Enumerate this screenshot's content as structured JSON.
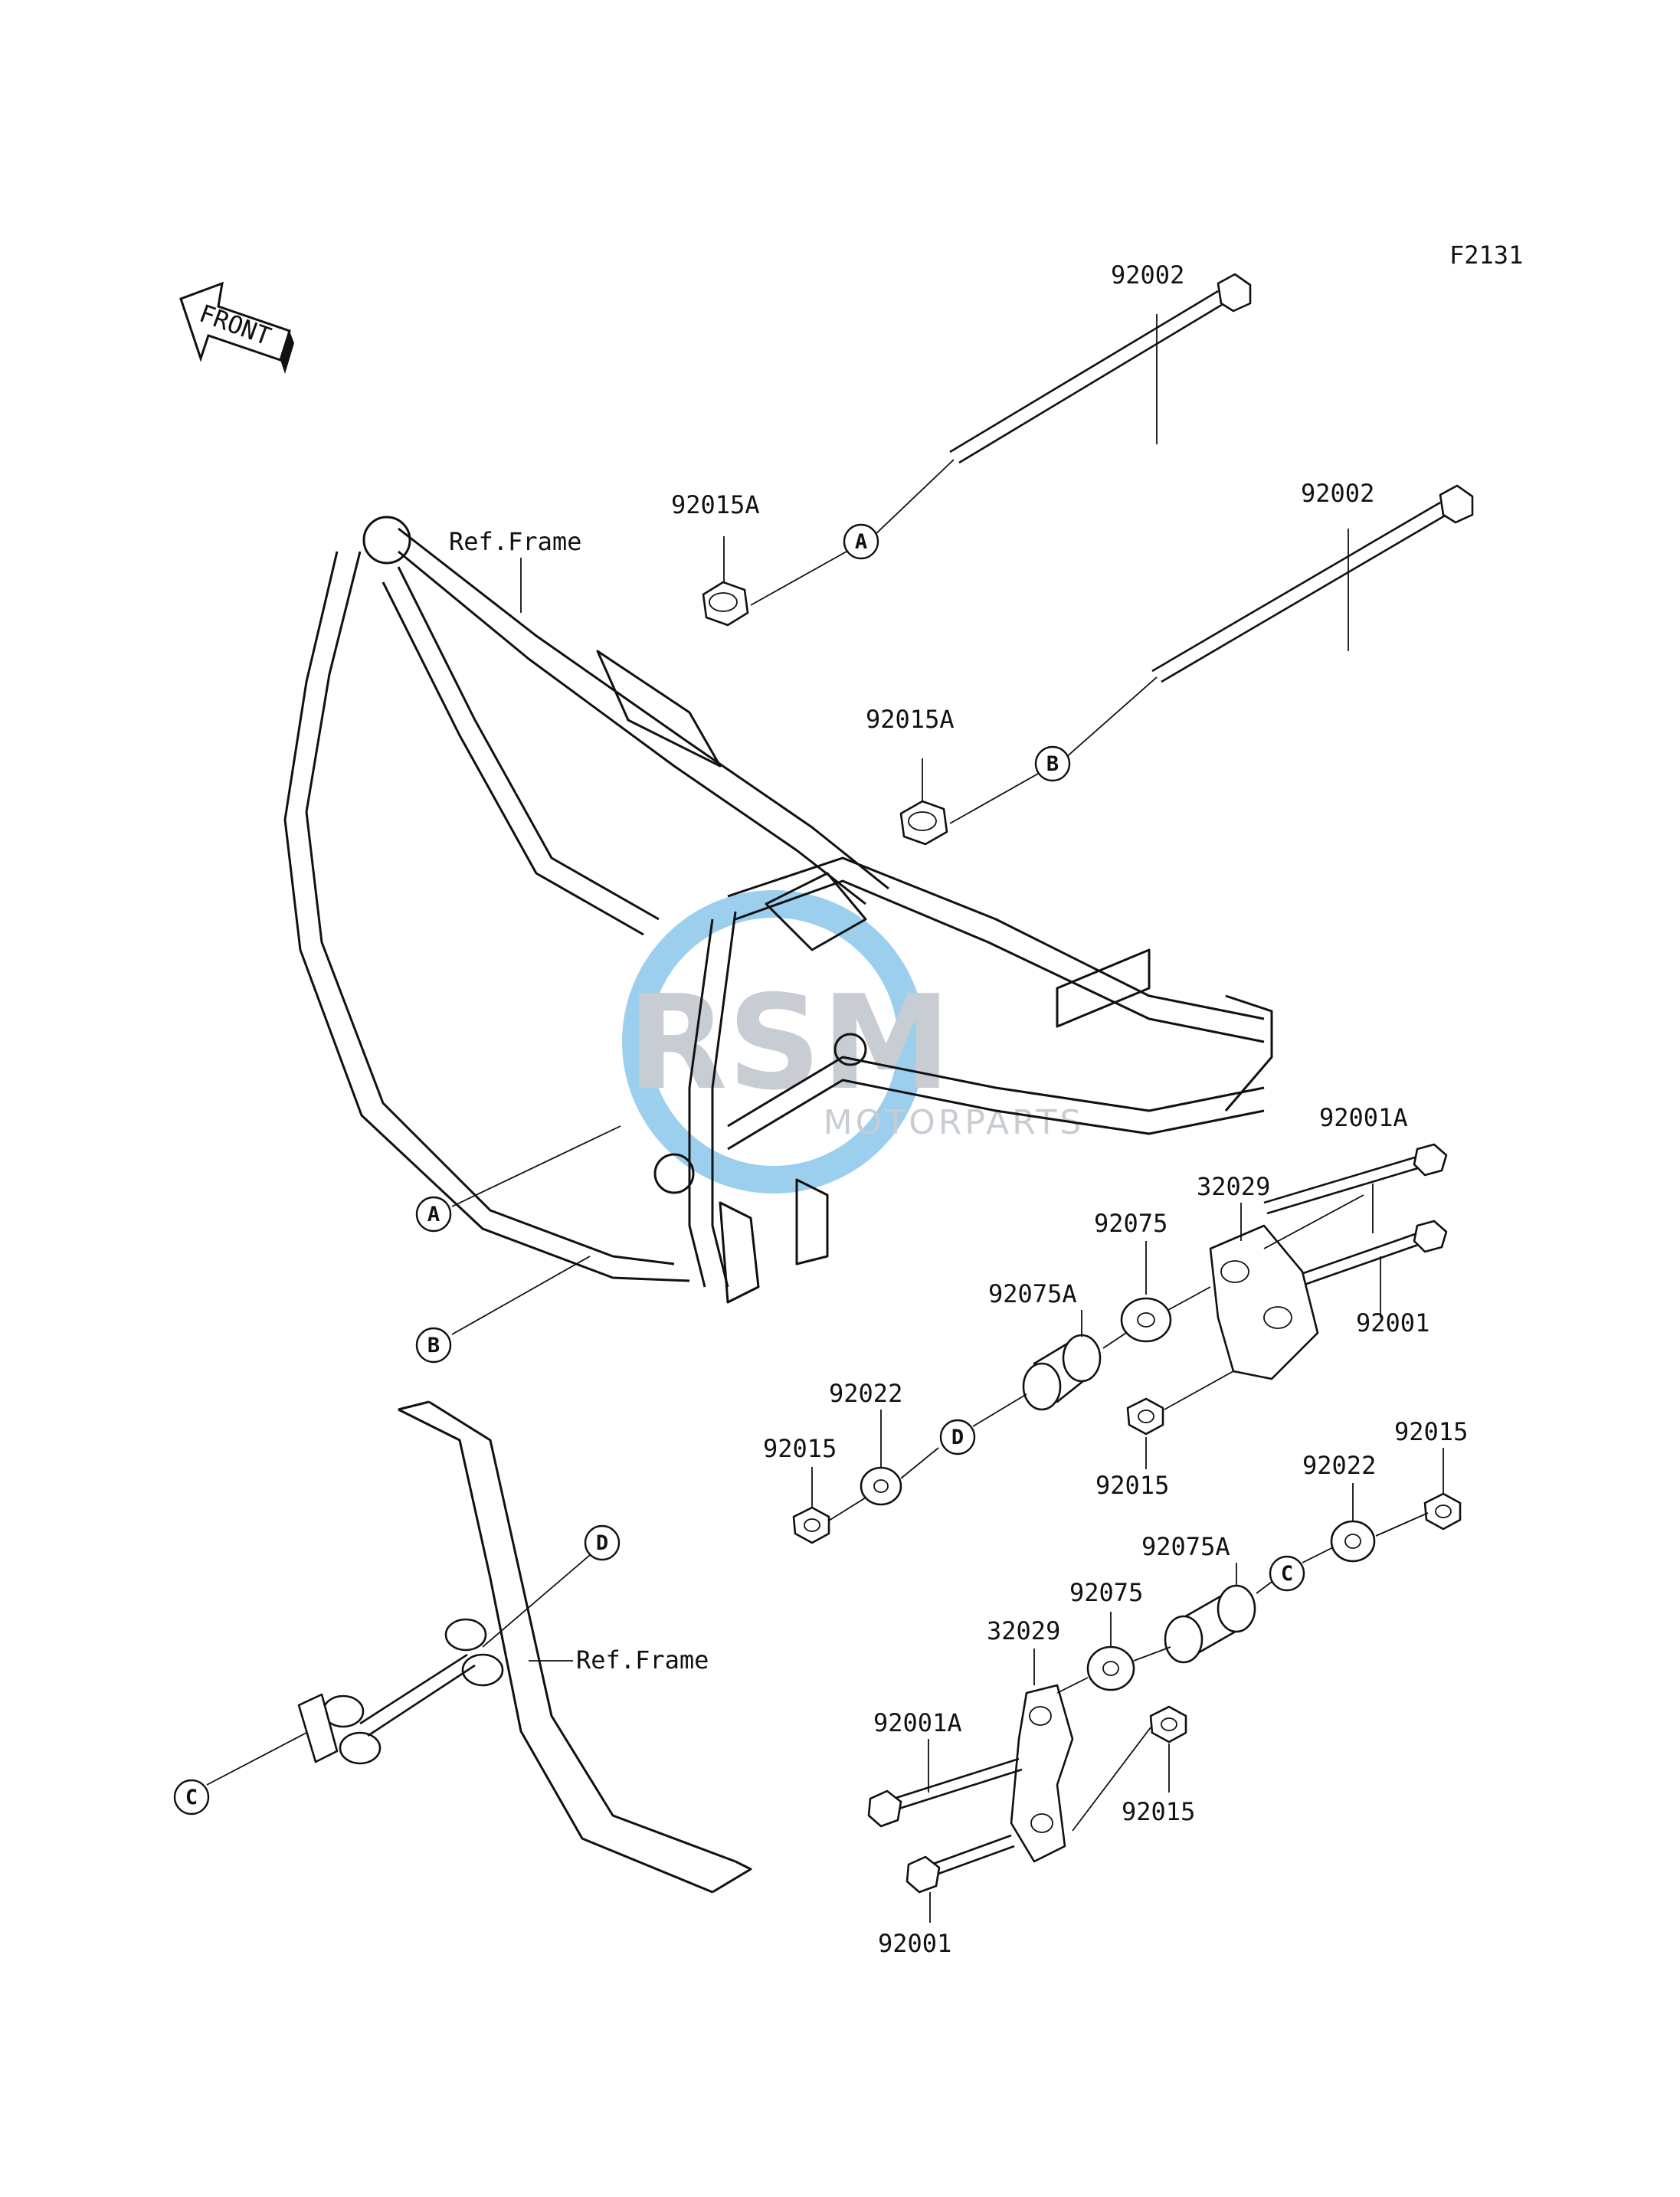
{
  "diagram_id": "F2131",
  "front_arrow_label": "FRONT",
  "watermark": {
    "brand": "RSM",
    "tagline": "MOTORPARTS",
    "color": "#4aa8e0"
  },
  "ref_labels": [
    "Ref.Frame",
    "Ref.Frame"
  ],
  "callouts": [
    "A",
    "B",
    "A",
    "B",
    "C",
    "D",
    "D",
    "C"
  ],
  "part_labels": [
    "92002",
    "92015A",
    "92002",
    "92015A",
    "92001A",
    "32029",
    "92075",
    "92075A",
    "92001",
    "92022",
    "92015",
    "92015",
    "92015",
    "92022",
    "92075A",
    "92075",
    "32029",
    "92001A",
    "92015",
    "92001"
  ]
}
